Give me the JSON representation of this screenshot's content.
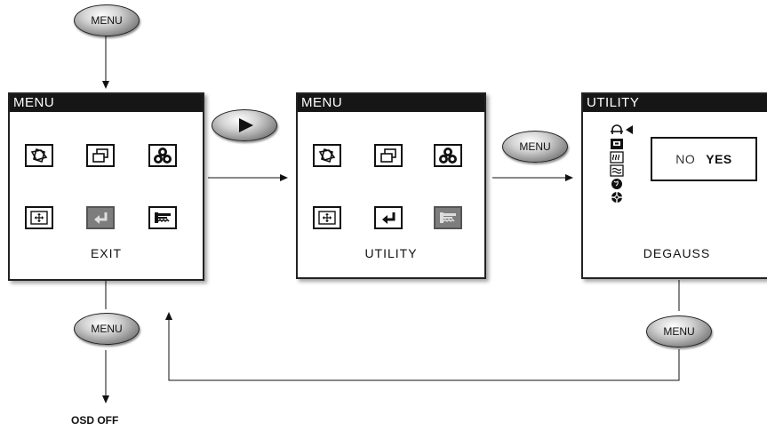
{
  "buttons": {
    "menu_label": "MENU"
  },
  "panels": {
    "main_menu": {
      "title": "MENU",
      "caption": "EXIT",
      "selected": "exit"
    },
    "utility_menu": {
      "title": "MENU",
      "caption": "UTILITY",
      "selected": "utility"
    },
    "utility_sub": {
      "title": "UTILITY",
      "caption": "DEGAUSS",
      "options": {
        "no": "NO",
        "yes": "YES",
        "highlighted": "YES"
      }
    }
  },
  "labels": {
    "osd_off": "OSD OFF"
  },
  "icons": {
    "main": [
      "geometry-icon",
      "window-icon",
      "rgb-color-icon",
      "position-icon",
      "exit-icon",
      "utility-icon"
    ],
    "utility_sub": [
      "degauss-icon",
      "display-icon",
      "moire-icon",
      "wave-icon",
      "globe-icon",
      "color-temp-icon"
    ]
  },
  "colors": {
    "title_bar": "#161616",
    "selected_icon": "#7d7d7d",
    "line": "#111111"
  }
}
